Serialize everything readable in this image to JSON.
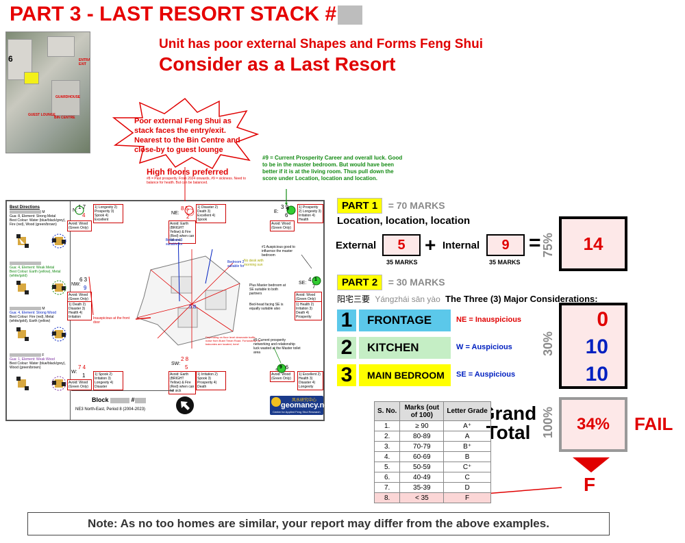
{
  "title": "PART 3 - LAST RESORT STACK #",
  "headline1": "Unit has poor external Shapes and Forms Feng Shui",
  "headline2": "Consider as a Last Resort",
  "site_map": {
    "entrance_label": "ENTRANCE/ EXIT",
    "guard_label": "GUARDHOUSE",
    "bin_label": "BIN CENTRE",
    "lounge_label": "GUEST LOUNGE",
    "bin_label2": "BIN CENTRE",
    "number": "6"
  },
  "starburst": "Poor external Feng Shui as stack faces the entry/exit. Nearest to the Bin Centre and close-by to guest lounge",
  "high_floors": {
    "title": "High floors preferred",
    "note": "#8 = Past prosperity. From 2024 onwards, #9 = sickness. Need to balance for health. But can be balanced."
  },
  "green_note": "#9 = Current Prosperity Career and overall luck. Good to be in the master bedroom. But would have been better if it is at the living room. Thus pull down the score under Location, location and location.",
  "floorplan": {
    "best_directions": "Best Directions",
    "person1": "M",
    "person1_text1": "Gua: 8, Element: Strong Metal",
    "person1_text2": "Best Colour: Water (blue/black/grey), Fire (red), Wood (green/brown)",
    "person2_text1": "Gua: 4, Element: Weak Metal",
    "person2_text2": "Best Colour: Earth (yellow), Metal (white/gold)",
    "person3": "M",
    "person3_text1": "Gua: 4, Element: Strong Wood",
    "person3_text2": "Best Colour: Fire (red), Metal (white/gold), Earth (yellow)",
    "person4": "F",
    "person4_text1": "Gua: 1, Element: Weak Wood",
    "person4_text2": "Best Colour: Water (blue/black/grey), Wood (green/brown)",
    "nw_label": "NW:",
    "nw_nums": "6 3",
    "nw_num2": "9",
    "n_label": "N:",
    "n_nums": "1 7",
    "n_num2": "4",
    "ne_label": "NE:",
    "ne_nums": "8 5",
    "ne_num2": "2",
    "e_label": "E:",
    "e_nums": "3 9",
    "e_num2": "6",
    "se_label": "SE:",
    "se_nums": "4 1",
    "se_num2": "7",
    "s_label": "S:",
    "s_nums": "9 6",
    "s_num2": "3",
    "sw_label": "SW:",
    "sw_nums": "2 8",
    "sw_num2": "5",
    "w_label": "W:",
    "w_nums": "7 4",
    "w_num2": "1",
    "n_box": "1) Longevity 2) Prosperity 3) Spook 4) Excellent",
    "n_avoid": "Avoid: Wood (Green Only)",
    "ne_box": "1) Disaster 2) Death 3) Excellent 4) Spook",
    "ne_avoid": "Avoid: Earth (BRIGHT Yellow) & Fire (Red) when can fall sick",
    "e_box": "1) Prosperity 2) Longevity 3) Irritation 4) Health",
    "e_avoid": "Avoid: Wood (Green Only)",
    "nw_avoid": "Avoid: Wood (Green Only)",
    "nw_box": "1) Death 2) Disaster 3) Health 4) Irritation",
    "se_avoid": "Avoid: Wood (Green Only)",
    "se_box": "1) Health 2) Irritation 3) Death 4) Prosperity",
    "w_box": "1) Spook 2) Irritation 3) Longevity 4) Disaster",
    "w_avoid": "Avoid: Wood (Green Only)",
    "sw_box": "1) Irritation 2) Spook 3) Prosperity 4) Death",
    "sw_avoid": "Avoid: Earth (BRIGHT Yellow) & Fire (Red) when can fall sick",
    "s_box": "1) Excellent 2) Health 3) Disaster 4) Longevity",
    "s_avoid": "Avoid: Wood (Green Only)",
    "inauspicious": "Inauspicious at the front door",
    "master_note": "Plus Master bedroom at SE suitable to both partners",
    "bed_note": "Bed-head facing SE is equally suitable also",
    "auspicious_1": "#1 Auspicious good to influence the master bedroom",
    "prosperity_note": "#9 Current prosperity networking and relationship luck wasted at the Master toilet area",
    "traffic_note": "Depending on floor level desecrate traffic noise from Bukit Timah Road. Fortunately, no balconies are located, here!",
    "bedroom3": "Bedroom 3 suitable for",
    "bedroom2": "Bedroom 2 suitable for",
    "no_desk": "No desk with morning sun",
    "block_label": "Block",
    "hash": "#",
    "period": "NE3 North-East, Period 8 (2004-2023)",
    "logo_text": "geomancy.net",
    "logo_sub": "Centre for Applied Feng Shui Research",
    "logo_chinese": "风水研究中心"
  },
  "part1": {
    "tag": "PART 1",
    "marks": "= 70 MARKS",
    "subtitle": "Location, location, location",
    "external_label": "External",
    "external_value": "5",
    "plus": "+",
    "internal_label": "Internal",
    "internal_value": "9",
    "equals": "=",
    "marks_ext": "35 MARKS",
    "marks_int": "35 MARKS",
    "percent": "75%",
    "total": "14"
  },
  "part2": {
    "tag": "PART 2",
    "marks": "= 30 MARKS",
    "chinese": "阳宅三要",
    "pinyin": "Yángzhái sān yào",
    "subtitle": "The Three (3) Major Considerations:",
    "percent": "30%",
    "items": [
      {
        "num": "1",
        "label": "FRONTAGE",
        "note": "NE = Inauspicious",
        "score": "0",
        "color": "#5bc8ea",
        "note_color": "#e00000",
        "score_color": "#e00000"
      },
      {
        "num": "2",
        "label": "KITCHEN",
        "note": "W = Auspicious",
        "score": "10",
        "color": "#c5eec5",
        "note_color": "#0020c0",
        "score_color": "#0020c0"
      },
      {
        "num": "3",
        "label": "MAIN BEDROOM",
        "note": "SE = Auspicious",
        "score": "10",
        "color": "#ffff00",
        "note_color": "#0020c0",
        "score_color": "#0020c0"
      }
    ]
  },
  "grand_total": {
    "label1": "Grand",
    "label2": "Total",
    "percent_side": "100%",
    "value": "34%",
    "result": "FAIL",
    "grade": "F"
  },
  "grade_table": {
    "headers": [
      "S. No.",
      "Marks (out of 100)",
      "Letter Grade"
    ],
    "rows": [
      [
        "1.",
        "≥ 90",
        "A⁺"
      ],
      [
        "2.",
        "80-89",
        "A"
      ],
      [
        "3.",
        "70-79",
        "B⁺"
      ],
      [
        "4.",
        "60-69",
        "B"
      ],
      [
        "5.",
        "50-59",
        "C⁺"
      ],
      [
        "6.",
        "40-49",
        "C"
      ],
      [
        "7.",
        "35-39",
        "D"
      ],
      [
        "8.",
        "< 35",
        "F"
      ]
    ]
  },
  "note": "Note: As no too homes are similar, your report may differ from the above examples."
}
